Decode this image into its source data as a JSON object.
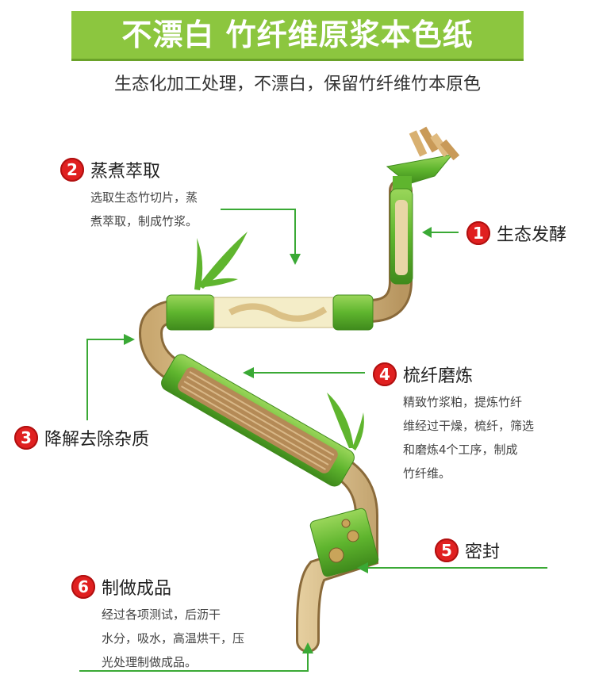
{
  "header": {
    "title": "不漂白 竹纤维原浆本色纸",
    "subtitle": "生态化加工处理，不漂白，保留竹纤维竹本原色"
  },
  "steps": [
    {
      "number": "1",
      "title": "生态发酵",
      "desc": []
    },
    {
      "number": "2",
      "title": "蒸煮萃取",
      "desc": [
        "选取生态竹切片，蒸",
        "煮萃取，制成竹浆。"
      ]
    },
    {
      "number": "3",
      "title": "降解去除杂质",
      "desc": []
    },
    {
      "number": "4",
      "title": "梳纤磨炼",
      "desc": [
        "精致竹浆粕，提炼竹纤",
        "维经过干燥，梳纤，筛选",
        "和磨炼4个工序，制成",
        "竹纤维。"
      ]
    },
    {
      "number": "5",
      "title": "密封",
      "desc": []
    },
    {
      "number": "6",
      "title": "制做成品",
      "desc": [
        "经过各项测试，后沥干",
        "水分，吸水，高温烘干，压",
        "光处理制做成品。"
      ]
    }
  ],
  "colors": {
    "banner": "#8cc63f",
    "arrow": "#3aa935",
    "badge": "#e02020",
    "bamboo": "#5fb52e"
  }
}
